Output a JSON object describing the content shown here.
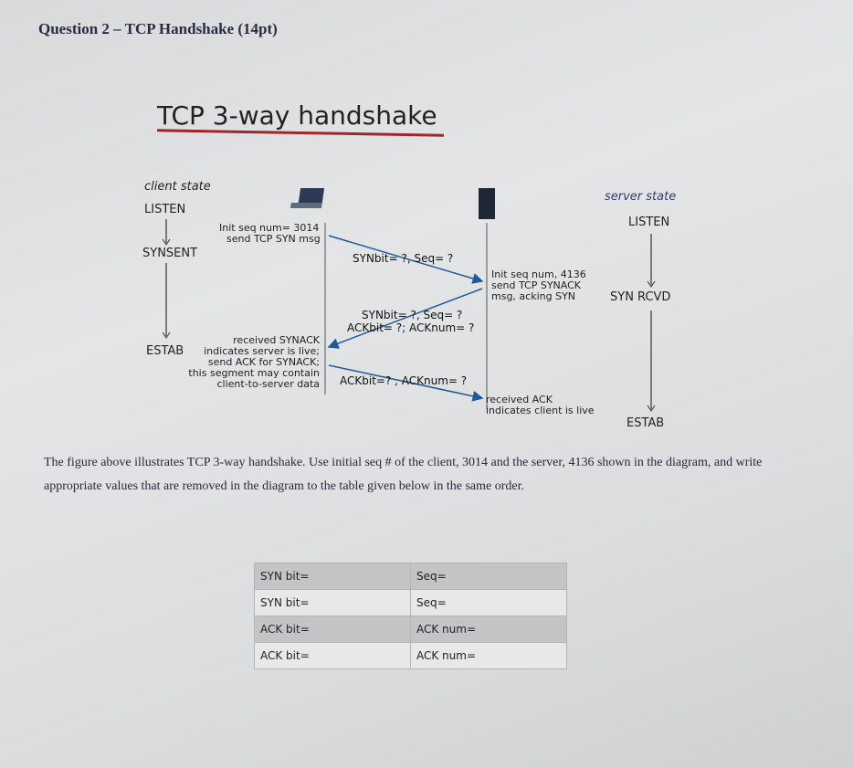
{
  "question": {
    "title": "Question 2 – TCP Handshake (14pt)"
  },
  "diagram": {
    "title": "TCP 3-way handshake",
    "client_state_label": "client state",
    "server_state_label": "server state",
    "client_states": [
      "LISTEN",
      "SYNSENT",
      "ESTAB"
    ],
    "server_states": [
      "LISTEN",
      "SYN RCVD",
      "ESTAB"
    ],
    "client_note1": [
      "Init seq num= 3014",
      "send TCP SYN msg"
    ],
    "msg1": "SYNbit= ?, Seq= ?",
    "server_note": [
      "Init seq num, 4136",
      "send TCP SYNACK",
      "msg, acking SYN"
    ],
    "msg2": [
      "SYNbit= ?, Seq= ?",
      "ACKbit= ?; ACKnum= ?"
    ],
    "client_note2": [
      "received SYNACK",
      "indicates server is live;",
      "send ACK for SYNACK;",
      "this segment may contain",
      "client-to-server data"
    ],
    "msg3": "ACKbit=? , ACKnum= ?",
    "server_note2": [
      "received ACK",
      "indicates client is live"
    ]
  },
  "paragraph": "The figure above illustrates TCP 3-way handshake. Use initial seq # of the client, 3014 and the server, 4136 shown in the diagram, and write appropriate values that are removed in the diagram to the table given below in the same order.",
  "table": {
    "rows": [
      [
        "SYN bit=",
        "Seq="
      ],
      [
        "SYN bit=",
        "Seq="
      ],
      [
        "ACK bit=",
        "ACK num="
      ],
      [
        "ACK bit=",
        "ACK num="
      ]
    ]
  }
}
